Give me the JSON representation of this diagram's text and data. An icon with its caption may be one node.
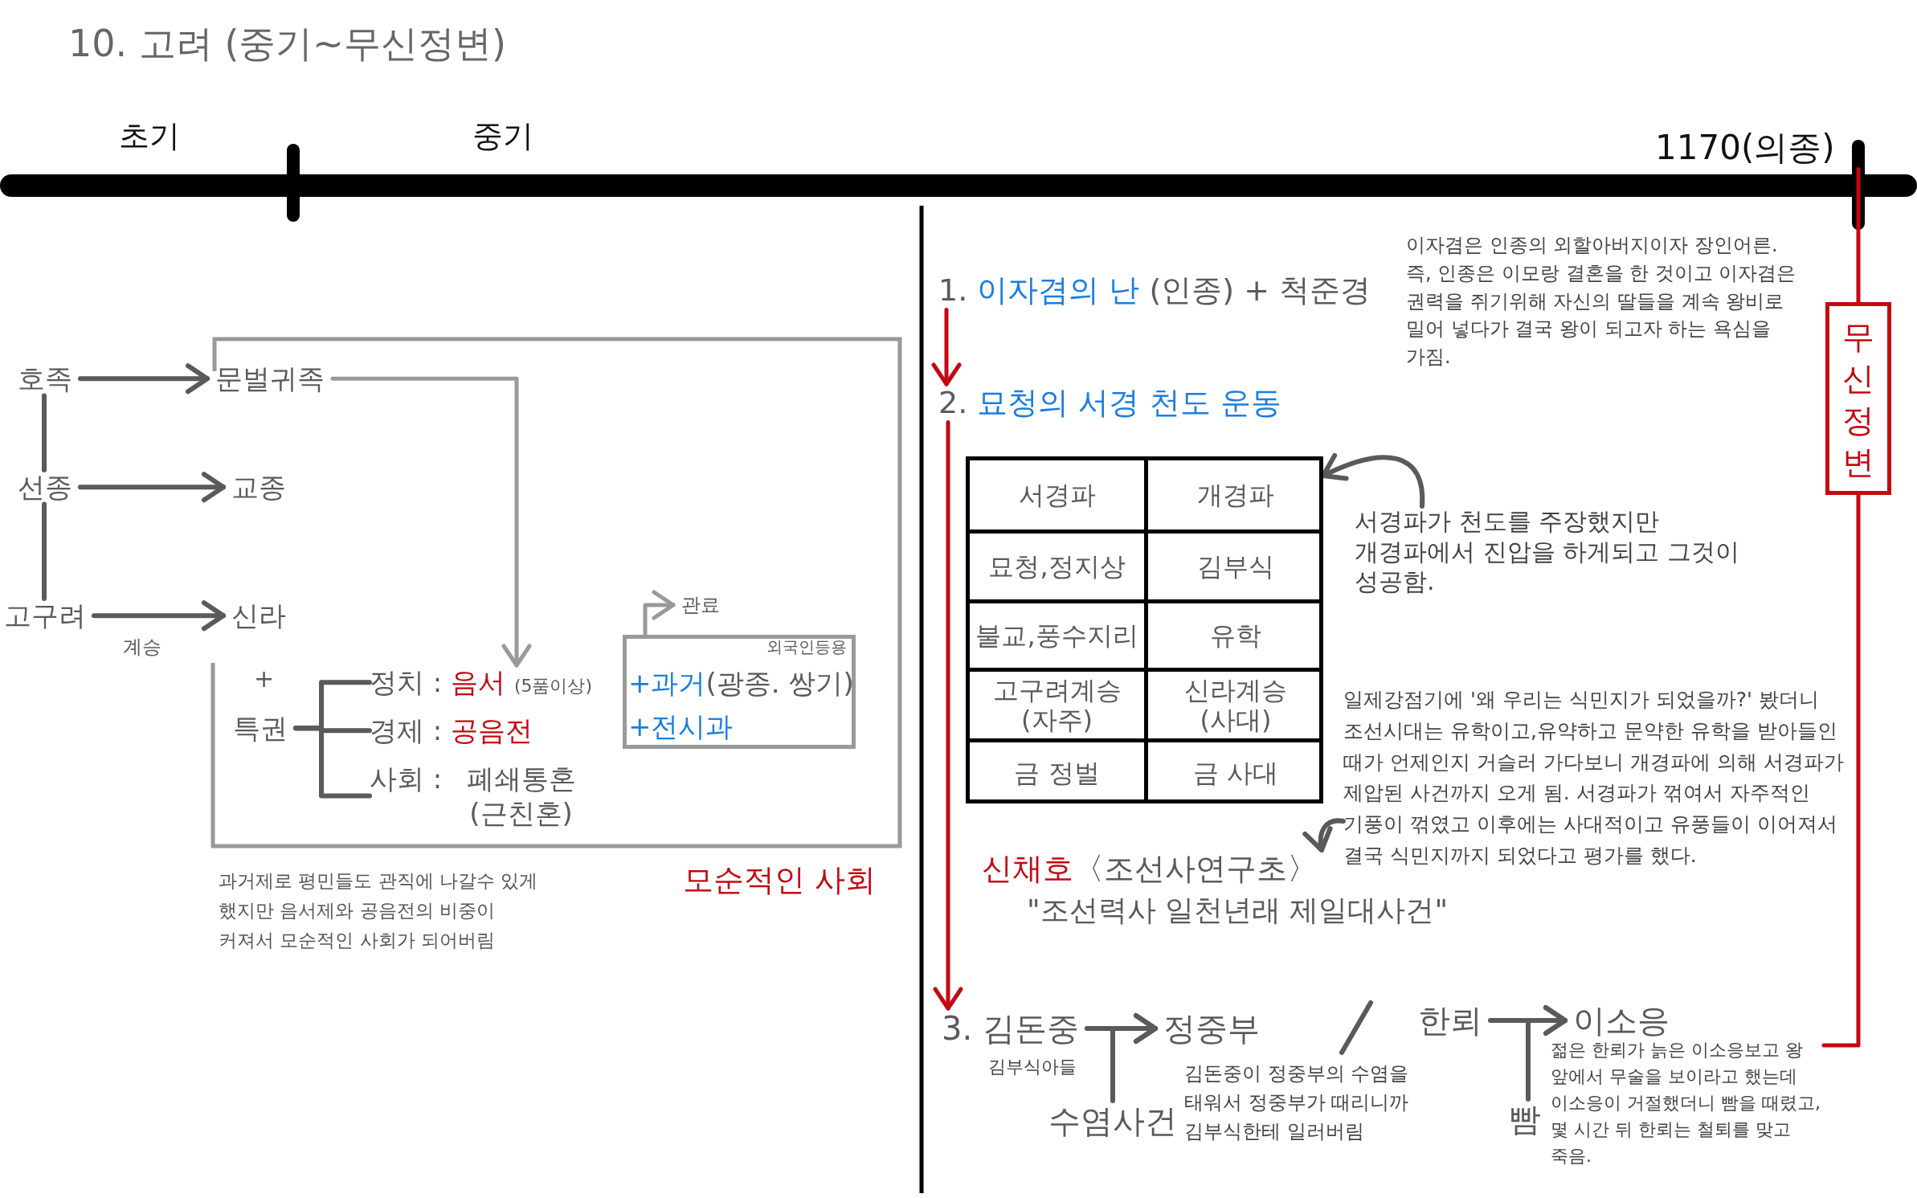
{
  "diagram": {
    "title": "10. 고려 (중기~무신정변)",
    "nodes": [
      {
        "text": [
          "호족"
        ]
      },
      {
        "text": [
          "문벌귀족"
        ]
      },
      {
        "text": [
          "선종"
        ]
      },
      {
        "text": [
          "교종"
        ]
      },
      {
        "text": [
          "고구려"
        ]
      },
      {
        "text": [
          "신라"
        ]
      },
      {
        "text": [
          "특권"
        ]
      },
      {
        "text": [
          "정치 :",
          "음서",
          "(5품이상)"
        ]
      },
      {
        "text": [
          "경제 :",
          "공음전"
        ]
      },
      {
        "text": [
          "사회 :",
          "폐쇄통혼 (근친혼)"
        ]
      },
      {
        "text": [
          "외국인등용",
          "+과거",
          "(광종. 쌍기)",
          "+전시과"
        ]
      },
      {
        "text": [
          "관료"
        ]
      },
      {
        "text": [
          "1170(의종)"
        ]
      },
      {
        "text": [
          "1.",
          "이자겸의 난",
          "(인종) + 척준경"
        ],
        "beside": [
          "이자겸은 인종의 외할아버지이자 장인어른. 즉, 인종은 이모랑 결혼을 한 것이고 이자겸은 권력을 쥐기위해 자신의 딸들을 계속 왕비로 밀어 넣다가 결국 왕이 되고자 하는 욕심을 가짐."
        ]
      },
      {
        "text": [
          "2.",
          "묘청의 서경 천도 운동"
        ]
      },
      {
        "text": [
          "서경파",
          "개경파",
          "묘청,정지상",
          "김부식",
          "불교,풍수지리",
          "유학",
          "고구려계승 (자주)",
          "신라계승 (사대)",
          "금 정벌",
          "금 사대"
        ]
      },
      {
        "text": [
          "서경파가 천도를 주장했지만 개경파에서 진압을 하게되고 그것이 성공함."
        ]
      },
      {
        "text": [
          "일제강점기에 '왜 우리는 식민지가 되었을까?' 봤더니 조선시대는 유학이고,유약하고 문약한 유학을 받아들인 때가 언제인지 거슬러 가다보니 개경파에 의해 서경파가 제압된 사건까지 오게 됨. 서경파가 꺾여서 자주적인 기풍이 꺾였고 이후에는 사대적이고 유풍들이 이어져서 결국 식민지까지 되었다고 평가를 했다."
        ]
      },
      {
        "text": [
          "신채호",
          "〈조선사연구초〉",
          "\"조선력사 일천년래 제일대사건\""
        ]
      },
      {
        "text": [
          "3.",
          "김돈중"
        ],
        "beside": [
          "김부식아들"
        ]
      },
      {
        "text": [
          "정중부"
        ]
      },
      {
        "text": [
          "수염사건"
        ]
      },
      {
        "text": [
          "한뢰"
        ]
      },
      {
        "text": [
          "이소응"
        ]
      },
      {
        "text": [
          "빰"
        ]
      },
      {
        "text": [
          "무신정변"
        ]
      },
      {
        "text": [
          "젊은 한뢰가 늙은 이소응보고 왕 앞에서 무술을 보이라고 했는데 이소응이 거절했더니 빰을 때렸고, 몇 시간 뒤 한뢰는 철퇴를 맞고 죽음."
        ]
      }
    ],
    "edges": [
      {
        "from": 0,
        "to": 1,
        "arrow": "to"
      },
      {
        "from": 2,
        "to": 3,
        "arrow": "to"
      },
      {
        "from": 4,
        "to": 5,
        "arrow": "to",
        "label": "계승"
      },
      {
        "from": 0,
        "to": 2,
        "arrow": "none"
      },
      {
        "from": 2,
        "to": 4,
        "arrow": "none"
      },
      {
        "from": 1,
        "to": 7,
        "arrow": "to",
        "color": "#999999"
      },
      {
        "from": 6,
        "to": 7,
        "arrow": "none"
      },
      {
        "from": 6,
        "to": 8,
        "arrow": "none"
      },
      {
        "from": 6,
        "to": 9,
        "arrow": "none"
      },
      {
        "from": 10,
        "to": 11,
        "arrow": "to",
        "color": "#999999"
      },
      {
        "from": 13,
        "to": 14,
        "arrow": "to",
        "color": "#c40812"
      },
      {
        "from": 14,
        "to": 19,
        "arrow": "to",
        "color": "#c40812"
      },
      {
        "from": 16,
        "to": 15,
        "arrow": "to"
      },
      {
        "from": 17,
        "to": 18,
        "arrow": "to"
      },
      {
        "from": 19,
        "to": 20,
        "arrow": "to"
      },
      {
        "from": 21,
        "to": 20,
        "arrow": "to"
      },
      {
        "from": 22,
        "to": 23,
        "arrow": "to"
      },
      {
        "from": 24,
        "to": 23,
        "arrow": "to"
      },
      {
        "from": 12,
        "to": 25,
        "arrow": "none",
        "color": "#c40812"
      },
      {
        "from": 25,
        "to": 26,
        "arrow": "none",
        "color": "#c40812"
      }
    ],
    "labels": [
      "초기",
      "중기",
      "+",
      "모순적인 사회",
      "과거제로 평민들도 관직에 나갈수 있게 했지만 음서제와 공음전의 비중이 커져서 모순적인 사회가 되어버림",
      "김돈중이 정중부의 수염을 태워서 정중부가 때리니까 김부식한테 일러버림"
    ]
  }
}
